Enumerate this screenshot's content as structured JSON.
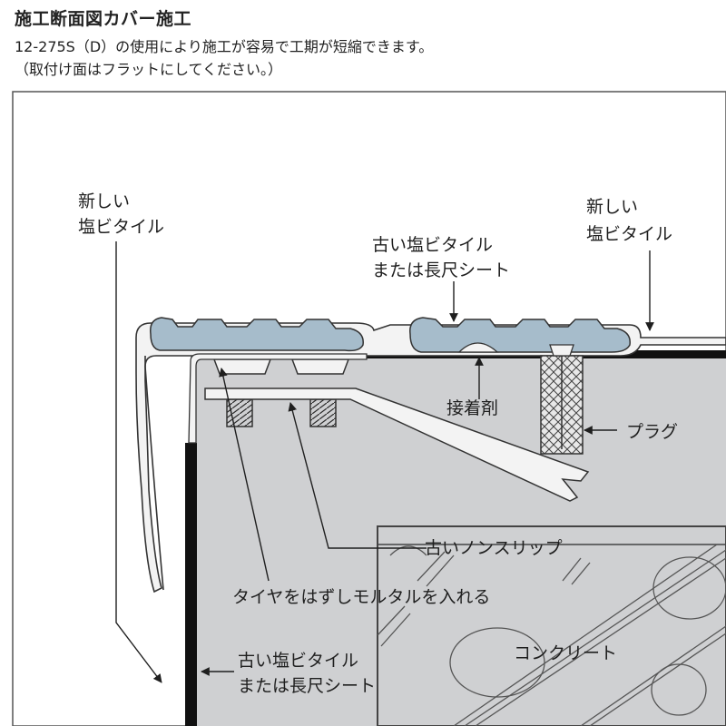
{
  "header": {
    "title": "施工断面図カバー施工",
    "line1": "12-275S（D）の使用により施工が容易で工期が短縮できます。",
    "line2": "（取付け面はフラットにしてください。）"
  },
  "labels": {
    "new_tile_left_1": "新しい",
    "new_tile_left_2": "塩ビタイル",
    "new_tile_right_1": "新しい",
    "new_tile_right_2": "塩ビタイル",
    "old_tile_top_1": "古い塩ビタイル",
    "old_tile_top_2": "または長尺シート",
    "adhesive": "接着剤",
    "plug": "プラグ",
    "old_nonslip": "古いノンスリップ",
    "mortar": "タイヤをはずしモルタルを入れる",
    "concrete": "コンクリート",
    "old_tile_bottom_1": "古い塩ビタイル",
    "old_tile_bottom_2": "または長尺シート"
  },
  "colors": {
    "concrete_fill": "#cfd0d2",
    "tire_fill": "#a6bccb",
    "frame_fill": "#f3f3f3",
    "line": "#2a2a2a"
  }
}
